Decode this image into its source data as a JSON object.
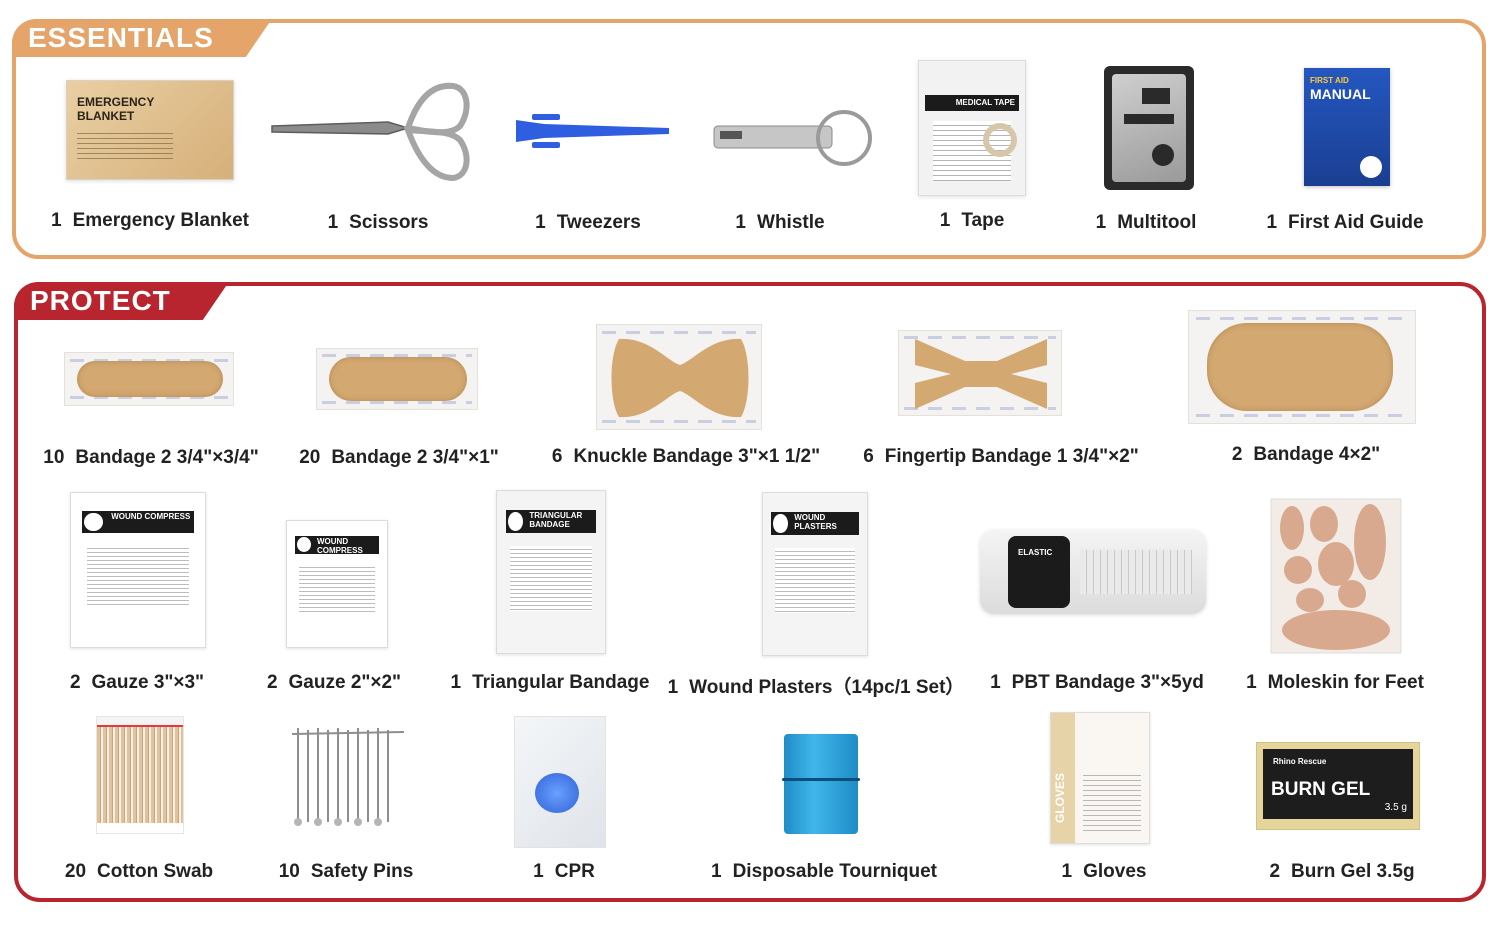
{
  "essentials": {
    "title": "ESSENTIALS",
    "items": [
      {
        "qty": "1",
        "name": "Emergency Blanket",
        "pkg_line1": "EMERGENCY",
        "pkg_line2": "BLANKET"
      },
      {
        "qty": "1",
        "name": "Scissors"
      },
      {
        "qty": "1",
        "name": "Tweezers"
      },
      {
        "qty": "1",
        "name": "Whistle"
      },
      {
        "qty": "1",
        "name": "Tape",
        "pkg_text": "MEDICAL TAPE"
      },
      {
        "qty": "1",
        "name": "Multitool"
      },
      {
        "qty": "1",
        "name": "First Aid Guide",
        "cover_top": "FIRST AID",
        "cover_title": "MANUAL"
      }
    ]
  },
  "protect": {
    "title": "PROTECT",
    "items": [
      {
        "qty": "10",
        "name": "Bandage 2 3/4\"×3/4\""
      },
      {
        "qty": "20",
        "name": "Bandage 2 3/4\"×1\""
      },
      {
        "qty": "6",
        "name": "Knuckle Bandage 3\"×1 1/2\""
      },
      {
        "qty": "6",
        "name": "Fingertip Bandage 1 3/4\"×2\""
      },
      {
        "qty": "2",
        "name": "Bandage 4×2\""
      },
      {
        "qty": "2",
        "name": "Gauze 3\"×3\"",
        "pkg_text": "WOUND COMPRESS"
      },
      {
        "qty": "2",
        "name": "Gauze 2\"×2\"",
        "pkg_text": "WOUND COMPRESS"
      },
      {
        "qty": "1",
        "name": "Triangular Bandage",
        "pkg_text": "TRIANGULAR BANDAGE"
      },
      {
        "qty": "1",
        "name": "Wound Plasters（14pc/1 Set）",
        "pkg_text": "WOUND PLASTERS"
      },
      {
        "qty": "1",
        "name": "PBT Bandage 3\"×5yd",
        "pkg_text": "ELASTIC"
      },
      {
        "qty": "1",
        "name": "Moleskin for Feet"
      },
      {
        "qty": "20",
        "name": "Cotton Swab"
      },
      {
        "qty": "10",
        "name": "Safety Pins"
      },
      {
        "qty": "1",
        "name": "CPR"
      },
      {
        "qty": "1",
        "name": "Disposable Tourniquet"
      },
      {
        "qty": "1",
        "name": "Gloves",
        "pkg_text": "GLOVES"
      },
      {
        "qty": "2",
        "name": "Burn Gel 3.5g",
        "pkg_brand": "Rhino Rescue",
        "pkg_title": "BURN GEL",
        "pkg_weight": "3.5 g"
      }
    ]
  },
  "colors": {
    "essentials_accent": "#e4a46a",
    "protect_accent": "#b8252e",
    "bandage_pad": "#d3a871",
    "tweezer_blue": "#2f5fe0",
    "tourniquet_blue": "#2a9fd8",
    "manual_blue": "#1f4fb0"
  }
}
